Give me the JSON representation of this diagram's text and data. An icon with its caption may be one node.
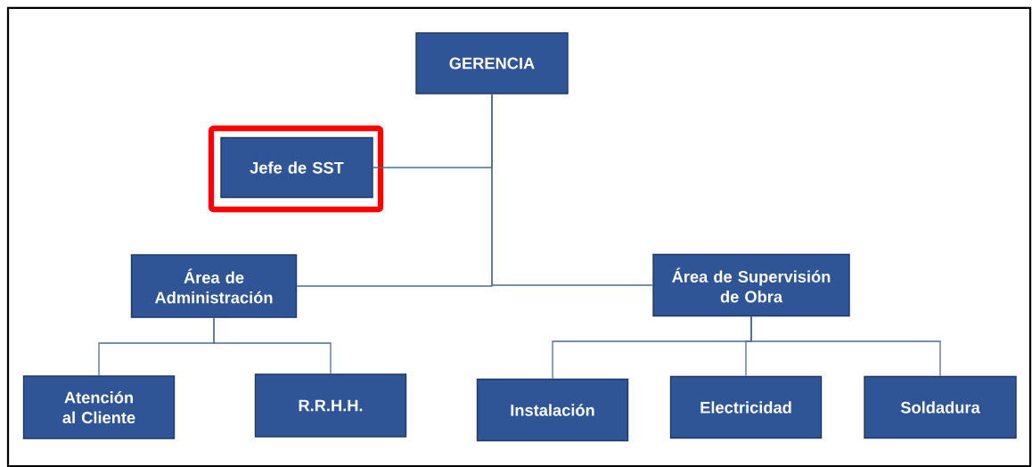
{
  "diagram": {
    "nodes": [
      {
        "text": [
          "GERENCIA"
        ]
      },
      {
        "text": [
          "Jefe de SST"
        ]
      },
      {
        "text": [
          "Área de Administración"
        ]
      },
      {
        "text": [
          "Área de Supervisión de Obra"
        ]
      },
      {
        "text": [
          "Atención al Cliente"
        ]
      },
      {
        "text": [
          "R.R.H.H."
        ]
      },
      {
        "text": [
          "Instalación"
        ]
      },
      {
        "text": [
          "Electricidad"
        ]
      },
      {
        "text": [
          "Soldadura"
        ]
      }
    ],
    "edges": [
      {
        "from": 0,
        "to": 1,
        "arrow": "none"
      },
      {
        "from": 0,
        "to": 2,
        "arrow": "none"
      },
      {
        "from": 0,
        "to": 3,
        "arrow": "none"
      },
      {
        "from": 2,
        "to": 4,
        "arrow": "none"
      },
      {
        "from": 2,
        "to": 5,
        "arrow": "none"
      },
      {
        "from": 3,
        "to": 6,
        "arrow": "none"
      },
      {
        "from": 3,
        "to": 7,
        "arrow": "none"
      },
      {
        "from": 3,
        "to": 8,
        "arrow": "none"
      }
    ]
  }
}
